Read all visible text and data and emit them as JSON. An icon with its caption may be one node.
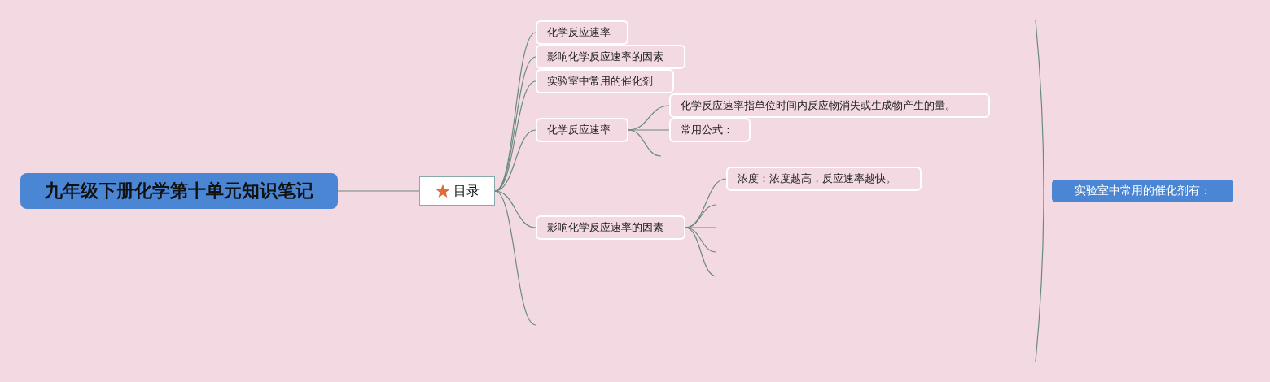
{
  "diagram": {
    "nodes": [
      {
        "text": [
          "九年级下册化学第十单元知识笔记"
        ]
      },
      {
        "text": [
          "目录"
        ]
      },
      {
        "text": [
          "化学反应速率"
        ]
      },
      {
        "text": [
          "影响化学反应速率的因素"
        ]
      },
      {
        "text": [
          "实验室中常用的催化剂"
        ]
      },
      {
        "text": [
          "化学反应速率"
        ]
      },
      {
        "text": [
          "化学反应速率指单位时间内反应物消失或生成物产生的量。"
        ]
      },
      {
        "text": [
          "常用公式："
        ]
      },
      {
        "text": [
          "影响化学反应速率的因素"
        ]
      },
      {
        "text": [
          "浓度：浓度越高，反应速率越快。"
        ]
      },
      {
        "text": [
          "实验室中常用的催化剂有："
        ]
      }
    ],
    "edges": [
      {
        "from": 0,
        "to": 1,
        "arrow": "none"
      },
      {
        "from": 1,
        "to": 2,
        "arrow": "none"
      },
      {
        "from": 1,
        "to": 3,
        "arrow": "none"
      },
      {
        "from": 1,
        "to": 4,
        "arrow": "none"
      },
      {
        "from": 1,
        "to": 5,
        "arrow": "none"
      },
      {
        "from": 1,
        "to": 8,
        "arrow": "none"
      },
      {
        "from": 1,
        "to": null,
        "arrow": "none"
      },
      {
        "from": 5,
        "to": 6,
        "arrow": "none"
      },
      {
        "from": 5,
        "to": 7,
        "arrow": "none"
      },
      {
        "from": 5,
        "to": null,
        "arrow": "none"
      },
      {
        "from": 8,
        "to": 9,
        "arrow": "none"
      },
      {
        "from": 8,
        "to": null,
        "arrow": "none"
      },
      {
        "from": 8,
        "to": null,
        "arrow": "none"
      },
      {
        "from": 8,
        "to": null,
        "arrow": "none"
      },
      {
        "from": 8,
        "to": null,
        "arrow": "none"
      }
    ]
  }
}
